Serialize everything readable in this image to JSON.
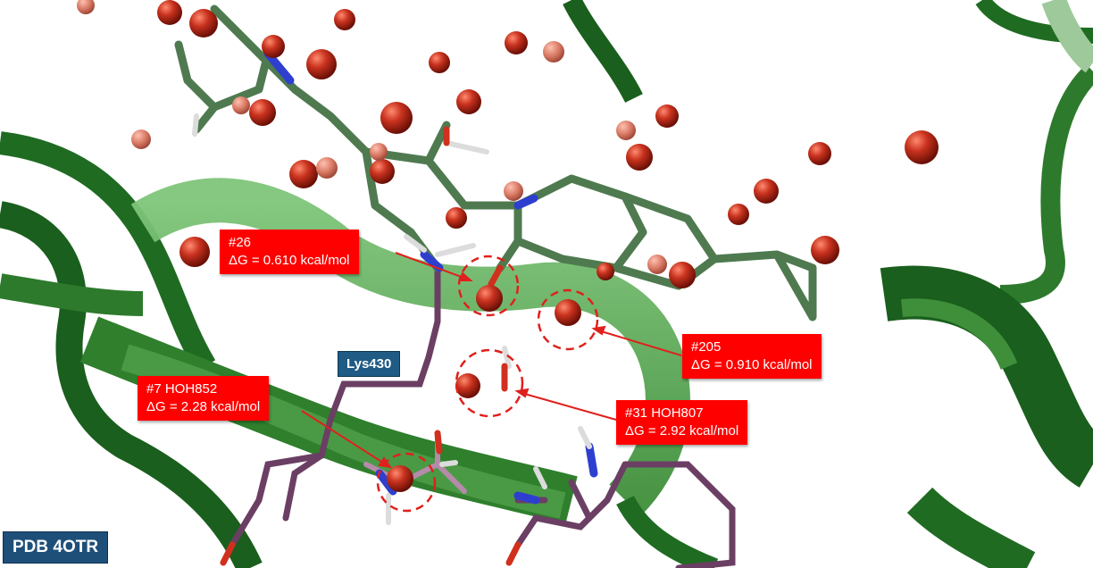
{
  "scene": {
    "description_icon": "molecule-icon",
    "colors": {
      "ribbon_dark": "#1f6b22",
      "ribbon_light": "#5fae55",
      "ligand": "#4f7a50",
      "residue": "#6b3f63",
      "water": "#c8321e",
      "nitrogen": "#2e3fd0",
      "callout": "#ff0000",
      "label_blue": "#1f5b85"
    }
  },
  "callouts": [
    {
      "id": "26",
      "line1": "#26",
      "line2": "ΔG = 0.610 kcal/mol"
    },
    {
      "id": "205",
      "line1": "#205",
      "line2": "ΔG = 0.910 kcal/mol"
    },
    {
      "id": "7",
      "line1": "#7  HOH852",
      "line2": "ΔG = 2.28 kcal/mol"
    },
    {
      "id": "31",
      "line1": "#31 HOH807",
      "line2": "ΔG = 2.92 kcal/mol"
    }
  ],
  "residue_label": "Lys430",
  "pdb_label": "PDB 4OTR"
}
